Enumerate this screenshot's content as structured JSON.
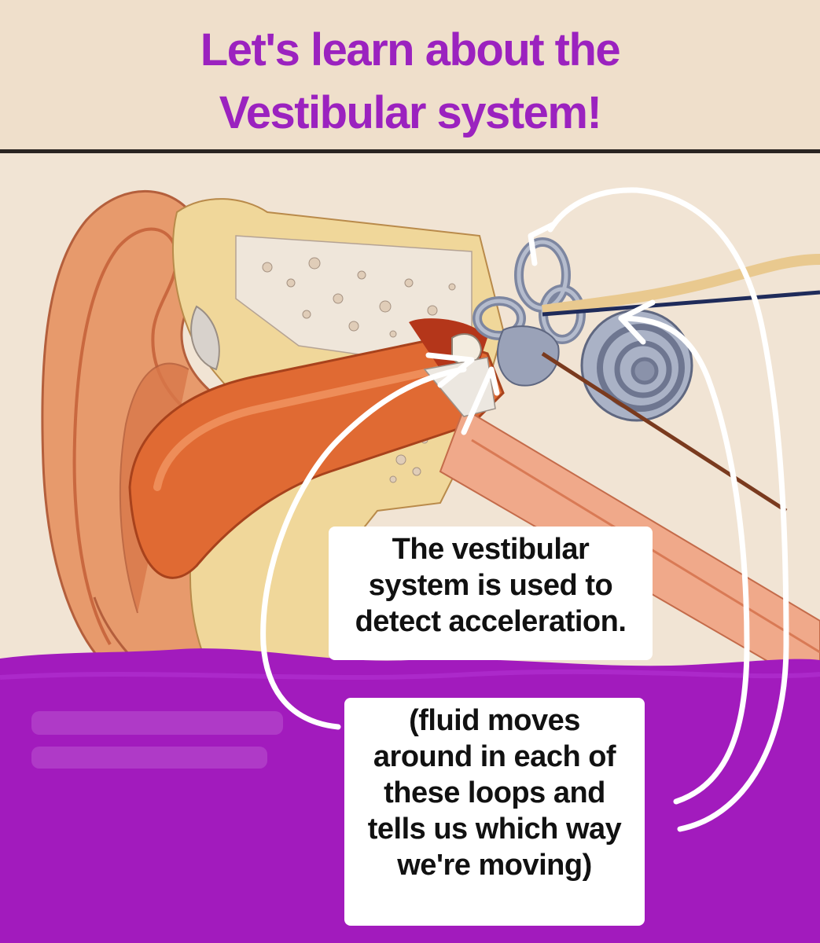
{
  "title": {
    "line1": "Let's learn about the",
    "line2": "Vestibular system!"
  },
  "callout_primary": {
    "lines": [
      "The vestibular",
      "system is used to",
      "detect acceleration."
    ]
  },
  "callout_secondary": {
    "lines": [
      "(fluid moves",
      "around in each of",
      "these loops and",
      "tells us which way",
      "we're moving)"
    ]
  },
  "colors": {
    "title": "#9b22bf",
    "overlay_purple": "#a21bbd",
    "background": "#efe1cf",
    "arrows": "#ffffff"
  }
}
